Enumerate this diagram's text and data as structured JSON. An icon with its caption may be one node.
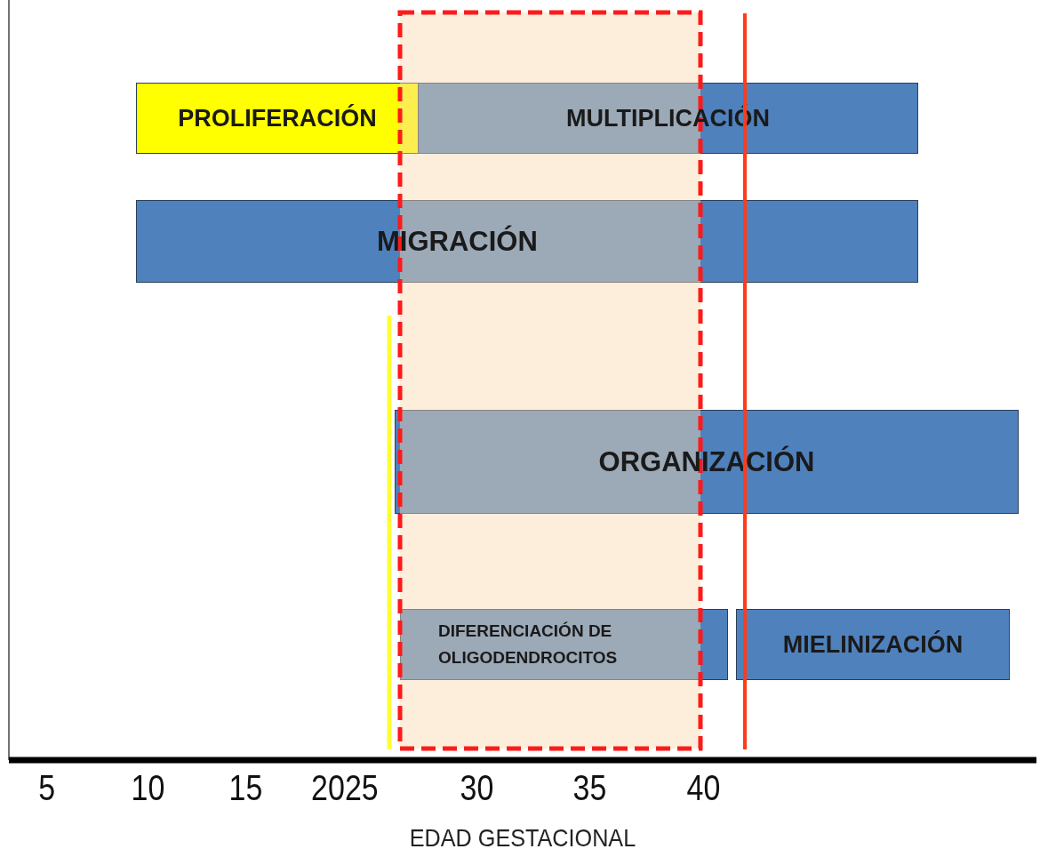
{
  "diagram": {
    "nodes": [
      {
        "text": [
          "PROLIFERACIÓN"
        ]
      },
      {
        "text": [
          "MULTIPLICACIÓN"
        ]
      },
      {
        "text": [
          "MIGRACIÓN"
        ]
      },
      {
        "text": [
          "ORGANIZACIÓN"
        ]
      },
      {
        "text": [
          "DIFERENCIACIÓN DE OLIGODENDROCITOS"
        ]
      },
      {
        "text": [
          "MIELINIZACIÓN"
        ]
      }
    ],
    "labels": [
      "5",
      "10",
      "15",
      "2025",
      "30",
      "35",
      "40",
      "EDAD GESTACIONAL"
    ]
  }
}
